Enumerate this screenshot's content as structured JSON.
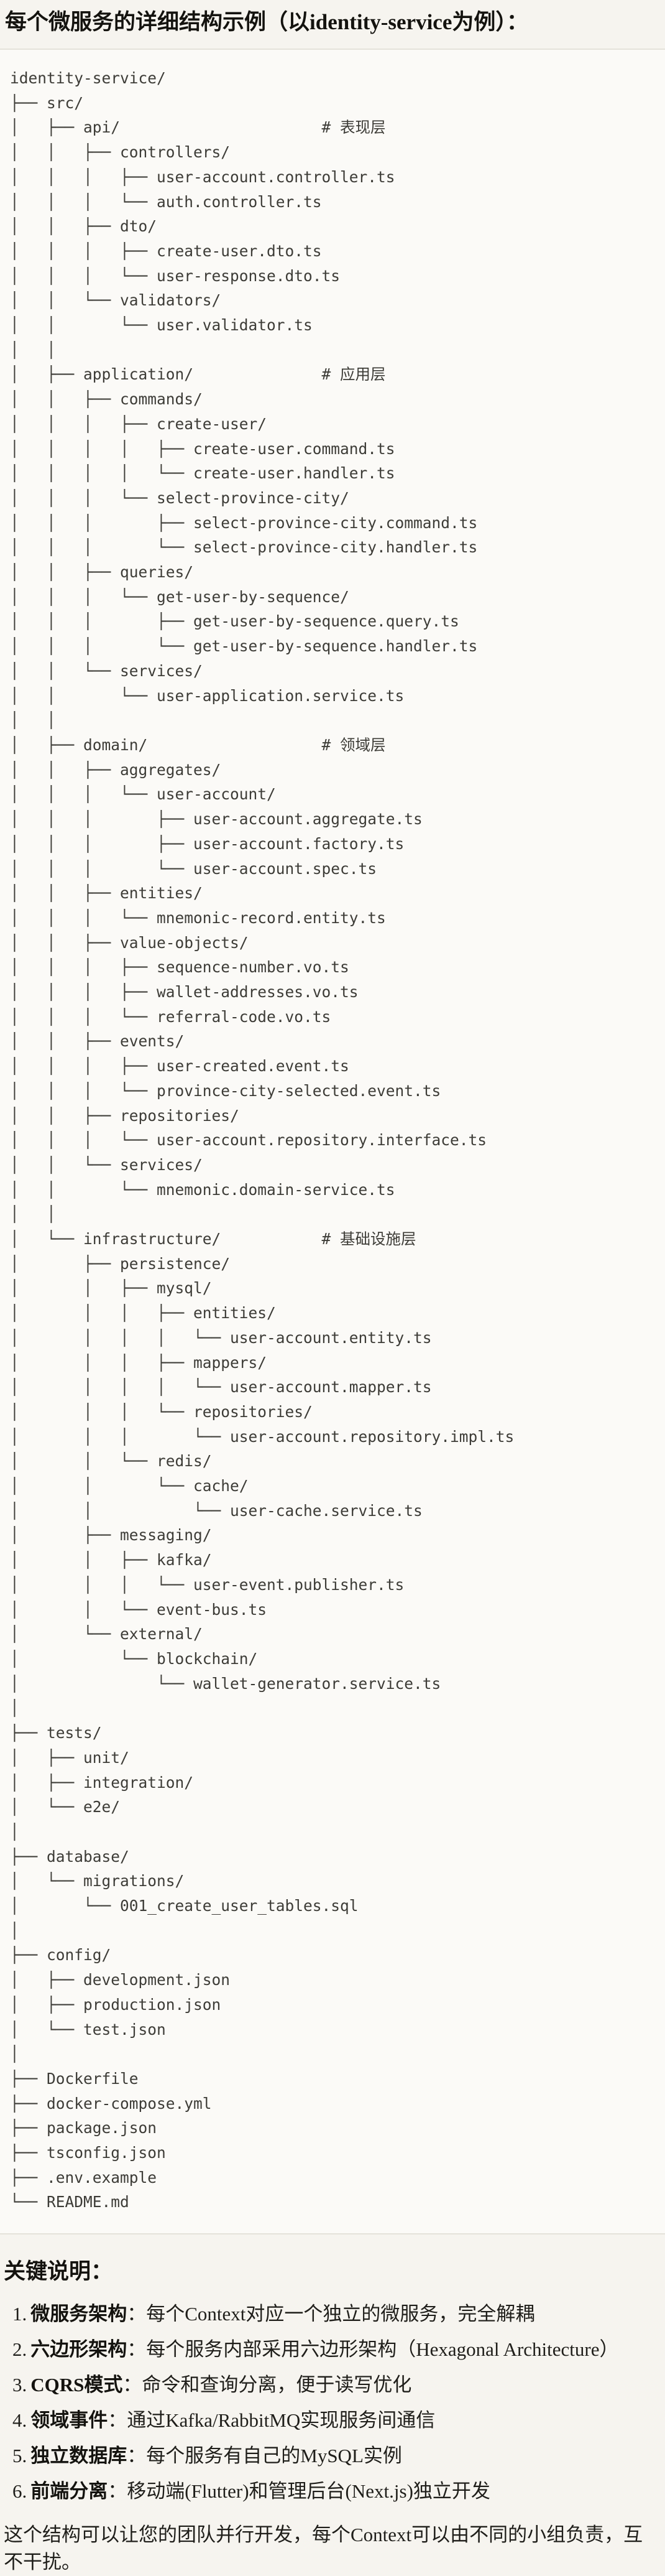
{
  "title": "每个微服务的详细结构示例（以identity-service为例）：",
  "colors": {
    "page_bg": "#F6F4EF",
    "code_bg": "#FBFAF7",
    "divider": "#E5E2DA",
    "code_text": "#3D3C37",
    "body_text": "#1F1E1A"
  },
  "tree": {
    "lines": [
      "identity-service/",
      "├── src/",
      "│   ├── api/                      # 表现层",
      "│   │   ├── controllers/",
      "│   │   │   ├── user-account.controller.ts",
      "│   │   │   └── auth.controller.ts",
      "│   │   ├── dto/",
      "│   │   │   ├── create-user.dto.ts",
      "│   │   │   └── user-response.dto.ts",
      "│   │   └── validators/",
      "│   │       └── user.validator.ts",
      "│   │",
      "│   ├── application/              # 应用层",
      "│   │   ├── commands/",
      "│   │   │   ├── create-user/",
      "│   │   │   │   ├── create-user.command.ts",
      "│   │   │   │   └── create-user.handler.ts",
      "│   │   │   └── select-province-city/",
      "│   │   │       ├── select-province-city.command.ts",
      "│   │   │       └── select-province-city.handler.ts",
      "│   │   ├── queries/",
      "│   │   │   └── get-user-by-sequence/",
      "│   │   │       ├── get-user-by-sequence.query.ts",
      "│   │   │       └── get-user-by-sequence.handler.ts",
      "│   │   └── services/",
      "│   │       └── user-application.service.ts",
      "│   │",
      "│   ├── domain/                   # 领域层",
      "│   │   ├── aggregates/",
      "│   │   │   └── user-account/",
      "│   │   │       ├── user-account.aggregate.ts",
      "│   │   │       ├── user-account.factory.ts",
      "│   │   │       └── user-account.spec.ts",
      "│   │   ├── entities/",
      "│   │   │   └── mnemonic-record.entity.ts",
      "│   │   ├── value-objects/",
      "│   │   │   ├── sequence-number.vo.ts",
      "│   │   │   ├── wallet-addresses.vo.ts",
      "│   │   │   └── referral-code.vo.ts",
      "│   │   ├── events/",
      "│   │   │   ├── user-created.event.ts",
      "│   │   │   └── province-city-selected.event.ts",
      "│   │   ├── repositories/",
      "│   │   │   └── user-account.repository.interface.ts",
      "│   │   └── services/",
      "│   │       └── mnemonic.domain-service.ts",
      "│   │",
      "│   └── infrastructure/           # 基础设施层",
      "│       ├── persistence/",
      "│       │   ├── mysql/",
      "│       │   │   ├── entities/",
      "│       │   │   │   └── user-account.entity.ts",
      "│       │   │   ├── mappers/",
      "│       │   │   │   └── user-account.mapper.ts",
      "│       │   │   └── repositories/",
      "│       │   │       └── user-account.repository.impl.ts",
      "│       │   └── redis/",
      "│       │       └── cache/",
      "│       │           └── user-cache.service.ts",
      "│       ├── messaging/",
      "│       │   ├── kafka/",
      "│       │   │   └── user-event.publisher.ts",
      "│       │   └── event-bus.ts",
      "│       └── external/",
      "│           └── blockchain/",
      "│               └── wallet-generator.service.ts",
      "│",
      "├── tests/",
      "│   ├── unit/",
      "│   ├── integration/",
      "│   └── e2e/",
      "│",
      "├── database/",
      "│   └── migrations/",
      "│       └── 001_create_user_tables.sql",
      "│",
      "├── config/",
      "│   ├── development.json",
      "│   ├── production.json",
      "│   └── test.json",
      "│",
      "├── Dockerfile",
      "├── docker-compose.yml",
      "├── package.json",
      "├── tsconfig.json",
      "├── .env.example",
      "└── README.md"
    ]
  },
  "notes": {
    "heading": "关键说明：",
    "items": [
      {
        "num": "1.",
        "term": "微服务架构",
        "desc": "：每个Context对应一个独立的微服务，完全解耦"
      },
      {
        "num": "2.",
        "term": "六边形架构",
        "desc": "：每个服务内部采用六边形架构（Hexagonal Architecture）"
      },
      {
        "num": "3.",
        "term": "CQRS模式",
        "desc": "：命令和查询分离，便于读写优化"
      },
      {
        "num": "4.",
        "term": "领域事件",
        "desc": "：通过Kafka/RabbitMQ实现服务间通信"
      },
      {
        "num": "5.",
        "term": "独立数据库",
        "desc": "：每个服务有自己的MySQL实例"
      },
      {
        "num": "6.",
        "term": "前端分离",
        "desc": "：移动端(Flutter)和管理后台(Next.js)独立开发"
      }
    ],
    "footer": "这个结构可以让您的团队并行开发，每个Context可以由不同的小组负责，互不干扰。"
  }
}
